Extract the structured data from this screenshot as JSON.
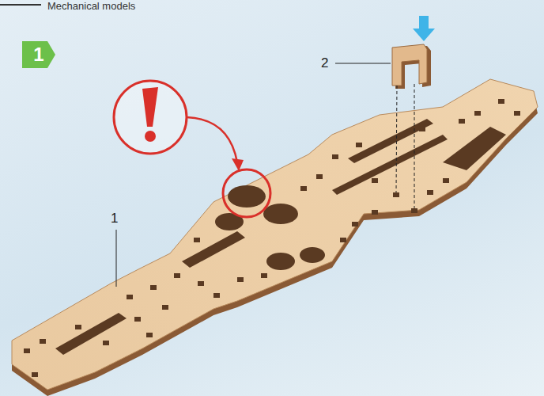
{
  "diagram": {
    "title": "Mechanical models",
    "nodes": [
      {
        "text": [
          "1"
        ]
      }
    ],
    "labels": [
      "1",
      "2"
    ]
  }
}
